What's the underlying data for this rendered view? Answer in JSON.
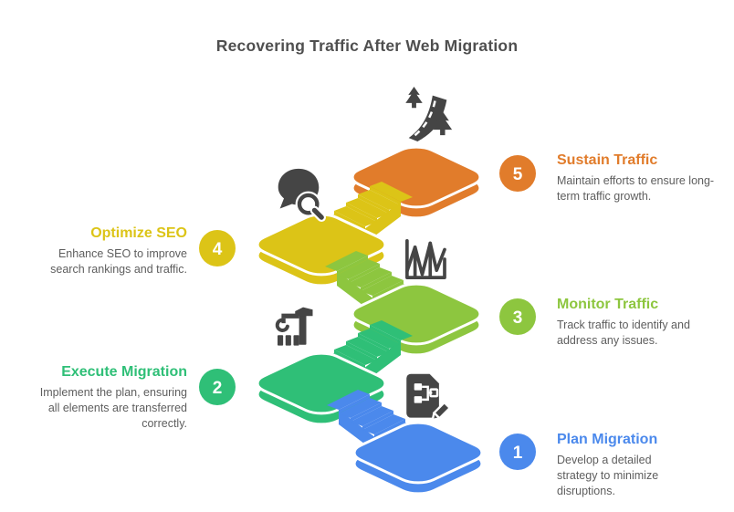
{
  "title": "Recovering Traffic After Web Migration",
  "heading_color": "#4F4F4F",
  "body_text_color": "#5E5E5E",
  "icon_color": "#454545",
  "background_color": "#FFFFFF",
  "steps": [
    {
      "number": "1",
      "title": "Plan Migration",
      "description": "Develop a detailed strategy to minimize disruptions.",
      "color": "#4B89EC",
      "icon": "plan-document-pencil-icon",
      "side": "right"
    },
    {
      "number": "2",
      "title": "Execute Migration",
      "description": "Implement the plan, ensuring all elements are transferred correctly.",
      "color": "#2FBF77",
      "icon": "construction-crane-icon",
      "side": "left"
    },
    {
      "number": "3",
      "title": "Monitor Traffic",
      "description": "Track traffic to identify and address any issues.",
      "color": "#8DC63F",
      "icon": "traffic-chart-icon",
      "side": "right"
    },
    {
      "number": "4",
      "title": "Optimize SEO",
      "description": "Enhance SEO to improve search rankings and traffic.",
      "color": "#DCC417",
      "icon": "seo-search-bubble-icon",
      "side": "left"
    },
    {
      "number": "5",
      "title": "Sustain Traffic",
      "description": "Maintain efforts to ensure long-term traffic growth.",
      "color": "#E17C2B",
      "icon": "road-growth-icon",
      "side": "right"
    }
  ]
}
